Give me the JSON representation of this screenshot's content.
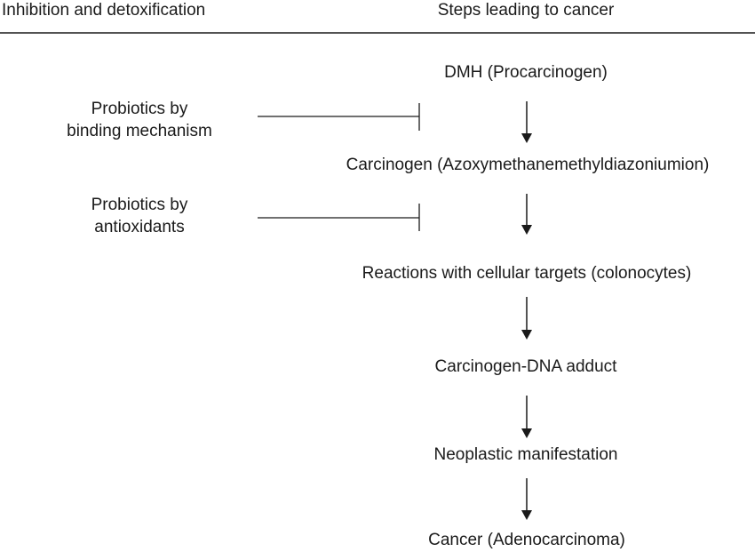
{
  "header": {
    "left_title": "Inhibition and detoxification",
    "right_title": "Steps leading to cancer"
  },
  "steps": [
    "DMH (Procarcinogen)",
    "Carcinogen (Azoxymethanemethyldiazoniumion)",
    "Reactions with cellular targets (colonocytes)",
    "Carcinogen-DNA adduct",
    "Neoplastic manifestation",
    "Cancer (Adenocarcinoma)"
  ],
  "inhibitors": [
    {
      "line1": "Probiotics by",
      "line2": "binding mechanism"
    },
    {
      "line1": "Probiotics by",
      "line2": "antioxidants"
    }
  ],
  "colors": {
    "ink": "#1a1a1a",
    "background": "#ffffff"
  }
}
